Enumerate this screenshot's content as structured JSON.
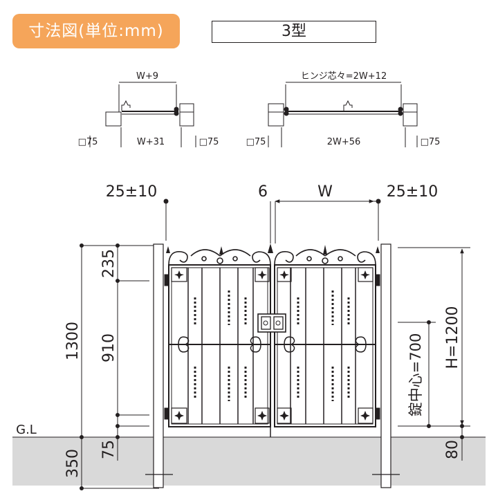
{
  "header": {
    "title": "寸法図(単位:mm)",
    "type_label": "3型"
  },
  "plan_single": {
    "top_dim": "W+9",
    "post_left": "□75",
    "bottom_dim": "W+31",
    "post_right": "□75"
  },
  "plan_double": {
    "top_dim": "ヒンジ芯々=2W+12",
    "post_left": "□75",
    "bottom_dim": "2W+56",
    "post_right": "□75"
  },
  "elevation": {
    "clear_left": "25±10",
    "gap_center": "6",
    "width": "W",
    "clear_right": "25±10",
    "total_height": "1300",
    "top_section": "235",
    "main_section": "910",
    "bottom_gap": "75",
    "embed_depth": "350",
    "lock_center": "錠中心=700",
    "gate_height": "H=1200",
    "ground_clearance": "80",
    "ground_label": "G.L"
  },
  "colors": {
    "accent": "#f5a55a",
    "line": "#231f20",
    "ground": "#d9d9d9"
  }
}
